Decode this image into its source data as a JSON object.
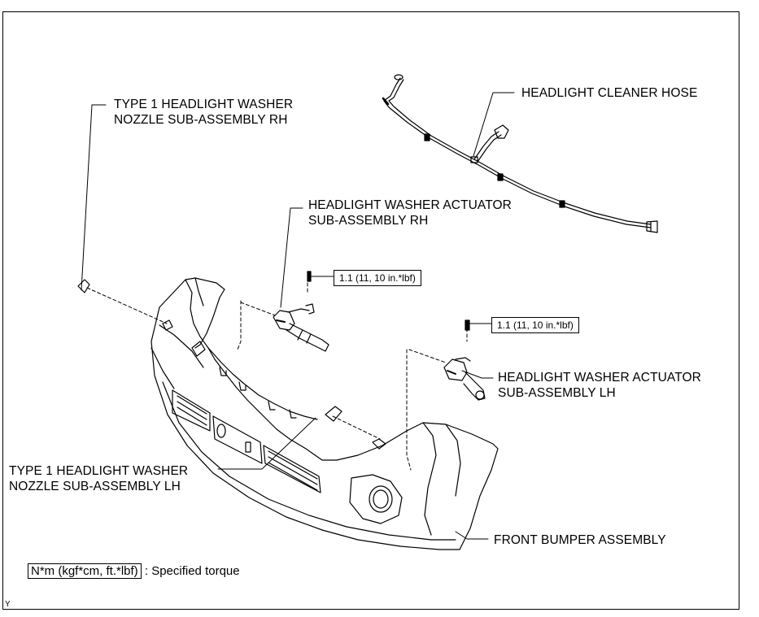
{
  "labels": {
    "nozzle_rh": [
      "TYPE 1 HEADLIGHT WASHER",
      "NOZZLE SUB-ASSEMBLY RH"
    ],
    "cleaner_hose": "HEADLIGHT CLEANER HOSE",
    "actuator_rh": [
      "HEADLIGHT WASHER ACTUATOR",
      "SUB-ASSEMBLY RH"
    ],
    "actuator_lh": [
      "HEADLIGHT WASHER ACTUATOR",
      "SUB-ASSEMBLY LH"
    ],
    "nozzle_lh": [
      "TYPE 1 HEADLIGHT WASHER",
      "NOZZLE SUB-ASSEMBLY LH"
    ],
    "bumper": "FRONT BUMPER ASSEMBLY"
  },
  "torque": {
    "rh": "1.1 (11, 10 in.*lbf)",
    "lh": "1.1 (11, 10 in.*lbf)"
  },
  "legend": {
    "unit_box": "N*m (kgf*cm, ft.*lbf)",
    "text": ": Specified torque"
  },
  "figure_code": "Y"
}
